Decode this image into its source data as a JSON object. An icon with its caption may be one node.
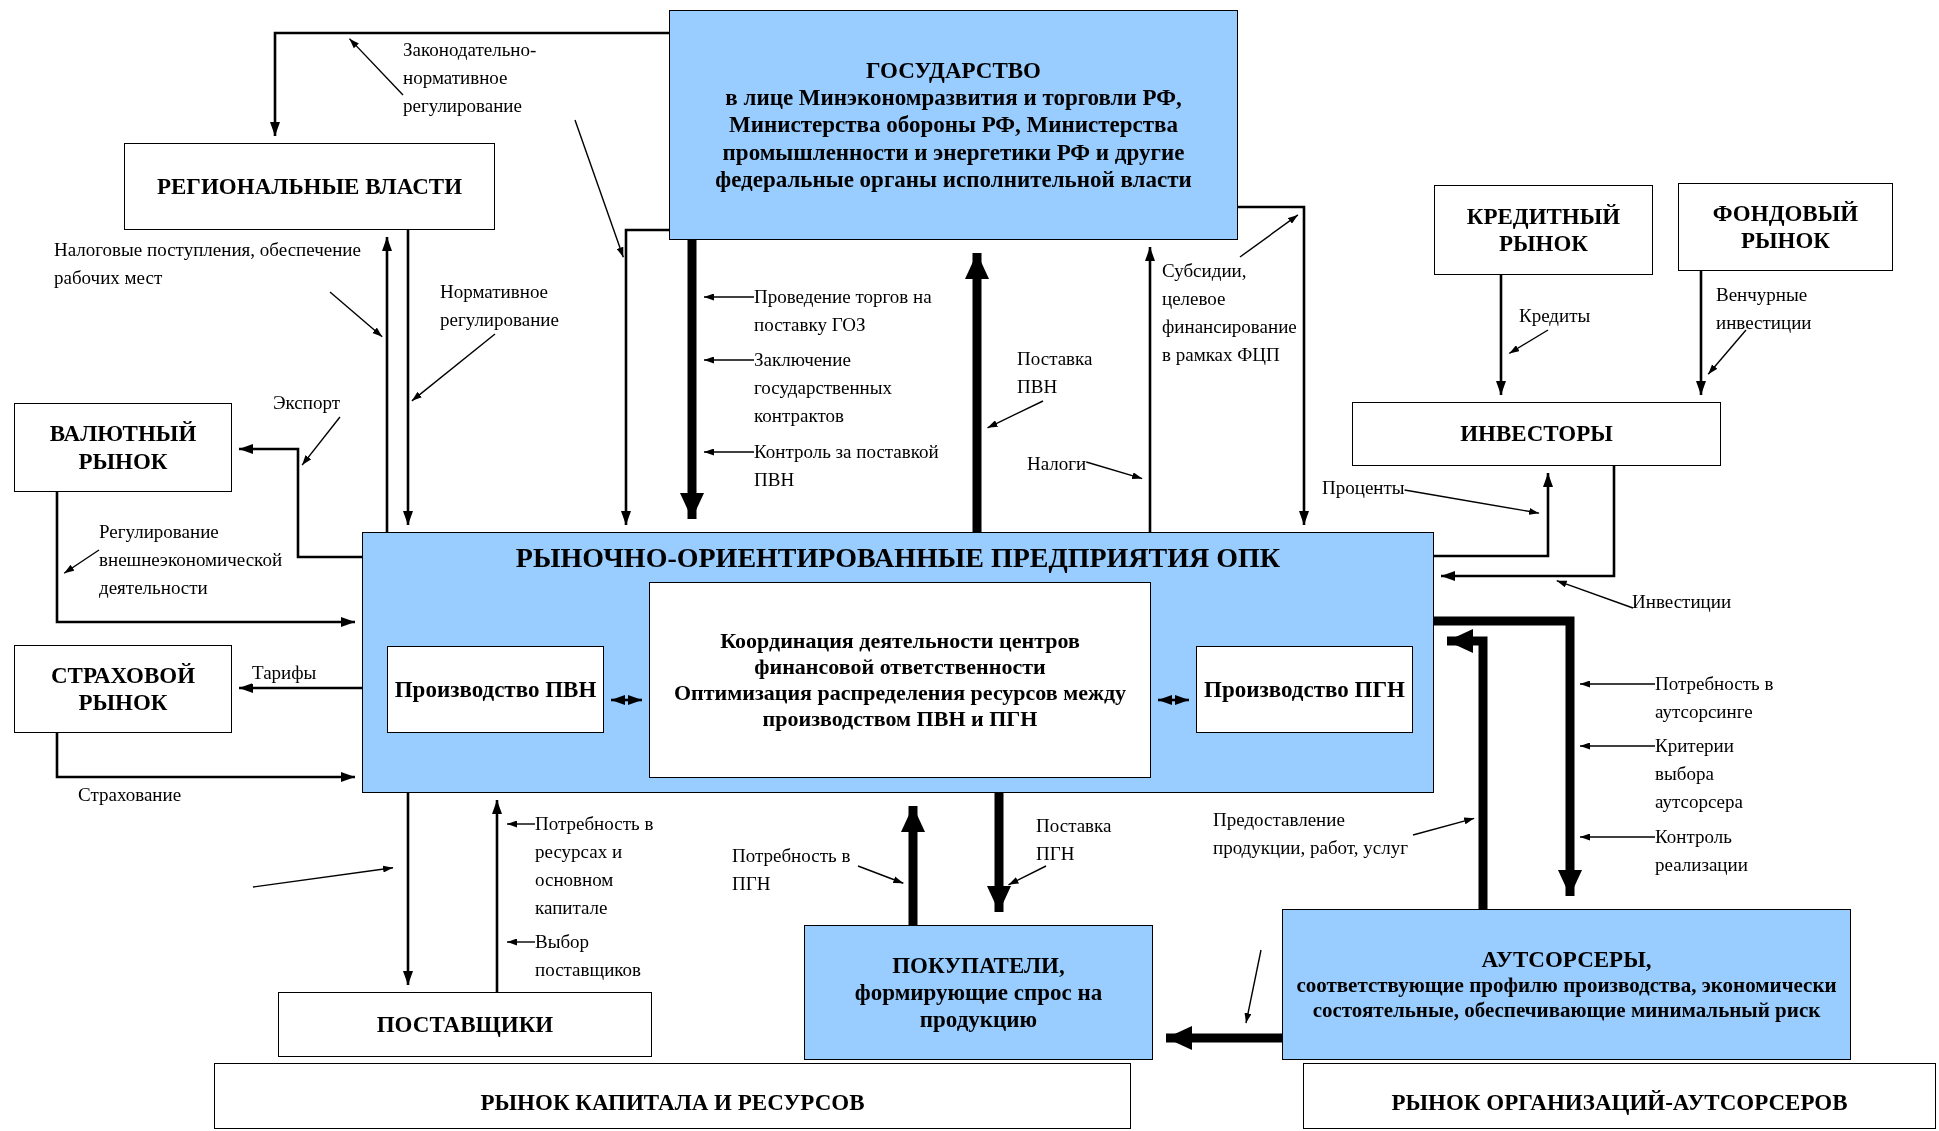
{
  "diagram": {
    "nodes": [
      {
        "text": [
          "ГОСУДАРСТВО",
          "в лице Минэкономразвития и торговли РФ, Министерства обороны РФ, Министерства промышленности и энергетики РФ и другие федеральные органы исполнительной власти"
        ]
      },
      {
        "text": [
          "РЕГИОНАЛЬНЫЕ ВЛАСТИ"
        ]
      },
      {
        "text": [
          "КРЕДИТНЫЙ РЫНОК"
        ]
      },
      {
        "text": [
          "ФОНДОВЫЙ РЫНОК"
        ]
      },
      {
        "text": [
          "ВАЛЮТНЫЙ РЫНОК"
        ]
      },
      {
        "text": [
          "ИНВЕСТОРЫ"
        ]
      },
      {
        "text": [
          "РЫНОЧНО-ОРИЕНТИРОВАННЫЕ ПРЕДПРИЯТИЯ ОПК"
        ]
      },
      {
        "text": [
          "Производство ПВН"
        ],
        "in": 6
      },
      {
        "text": [
          "Координация деятельности центров финансовой ответственности",
          "Оптимизация распределения ресурсов между производством ПВН и ПГН"
        ],
        "in": 6
      },
      {
        "text": [
          "Производство ПГН"
        ],
        "in": 6
      },
      {
        "text": [
          "СТРАХОВОЙ РЫНОК"
        ]
      },
      {
        "text": [
          "ПОСТАВЩИКИ"
        ]
      },
      {
        "text": [
          "ПОКУПАТЕЛИ,",
          "формирующие спрос на продукцию"
        ]
      },
      {
        "text": [
          "АУТСОРСЕРЫ,",
          "соответствующие профилю производства, экономически состоятельные, обеспечивающие минимальный риск"
        ]
      },
      {
        "text": [
          "РЫНОК КАПИТАЛА И РЕСУРСОВ"
        ]
      },
      {
        "text": [
          "РЫНОК ОРГАНИЗАЦИЙ-АУТСОРСЕРОВ"
        ]
      },
      {
        "text": [
          "Законодательно-нормативное регулирование"
        ]
      },
      {
        "text": [
          "Налоговые поступления, обеспечение рабочих мест"
        ]
      },
      {
        "text": [
          "Нормативное регулирование"
        ]
      },
      {
        "text": [
          "Экспорт"
        ]
      },
      {
        "text": [
          "Регулирование внешнеэкономической деятельности"
        ]
      },
      {
        "text": [
          "Проведение торгов на поставку ГОЗ"
        ]
      },
      {
        "text": [
          "Заключение государственных контрактов"
        ]
      },
      {
        "text": [
          "Контроль за поставкой ПВН"
        ]
      },
      {
        "text": [
          "Поставка ПВН"
        ]
      },
      {
        "text": [
          "Налоги"
        ]
      },
      {
        "text": [
          "Субсидии, целевое финансирование в рамках ФЦП"
        ]
      },
      {
        "text": [
          "Кредиты"
        ]
      },
      {
        "text": [
          "Венчурные инвестиции"
        ]
      },
      {
        "text": [
          "Проценты"
        ]
      },
      {
        "text": [
          "Инвестиции"
        ]
      },
      {
        "text": [
          "Потребность в аутсорсинге"
        ]
      },
      {
        "text": [
          "Критерии выбора аутсорсера"
        ]
      },
      {
        "text": [
          "Контроль реализации"
        ]
      },
      {
        "text": [
          "Предоставление продукции, работ, услуг"
        ]
      },
      {
        "text": [
          "Потребность в ресурсах и основном капитале"
        ]
      },
      {
        "text": [
          "Выбор поставщиков"
        ]
      },
      {
        "text": [
          "Потребность в ПГН"
        ]
      },
      {
        "text": [
          "Поставка ПГН"
        ]
      }
    ],
    "edges": [
      {
        "from": 0,
        "to": 1,
        "arrow": "to"
      },
      {
        "from": 0,
        "to": 6,
        "arrow": "to"
      },
      {
        "from": 1,
        "to": 6,
        "arrow": "to"
      },
      {
        "from": 6,
        "to": 1,
        "arrow": "to"
      },
      {
        "from": 6,
        "to": 4,
        "arrow": "to"
      },
      {
        "from": 4,
        "to": 6,
        "arrow": "to"
      },
      {
        "from": 6,
        "to": 10,
        "arrow": "to",
        "label": "Тарифы"
      },
      {
        "from": 10,
        "to": 6,
        "arrow": "to",
        "label": "Страхование"
      },
      {
        "from": 0,
        "to": 6,
        "arrow": "to",
        "style": "thick"
      },
      {
        "from": 6,
        "to": 0,
        "arrow": "to",
        "style": "thick"
      },
      {
        "from": 6,
        "to": 0,
        "arrow": "to"
      },
      {
        "from": 0,
        "to": 6,
        "arrow": "to"
      },
      {
        "from": 2,
        "to": 5,
        "arrow": "to"
      },
      {
        "from": 3,
        "to": 5,
        "arrow": "to"
      },
      {
        "from": 6,
        "to": 5,
        "arrow": "to"
      },
      {
        "from": 5,
        "to": 6,
        "arrow": "to"
      },
      {
        "from": 6,
        "to": 13,
        "arrow": "to",
        "style": "thick"
      },
      {
        "from": 13,
        "to": 6,
        "arrow": "to",
        "style": "thick"
      },
      {
        "from": 6,
        "to": 11,
        "arrow": "to"
      },
      {
        "from": 11,
        "to": 6,
        "arrow": "to"
      },
      {
        "from": 12,
        "to": 6,
        "arrow": "to",
        "style": "thick"
      },
      {
        "from": 6,
        "to": 12,
        "arrow": "to",
        "style": "thick"
      },
      {
        "from": 13,
        "to": 12,
        "arrow": "to",
        "style": "thick"
      },
      {
        "from": 7,
        "to": 8,
        "arrow": "both"
      },
      {
        "from": 8,
        "to": 9,
        "arrow": "both"
      },
      {
        "from": 16,
        "to": null,
        "arrow": "to"
      },
      {
        "from": 16,
        "to": null,
        "arrow": "to"
      },
      {
        "from": 17,
        "to": null,
        "arrow": "to"
      },
      {
        "from": 18,
        "to": null,
        "arrow": "to"
      },
      {
        "from": 19,
        "to": null,
        "arrow": "to"
      },
      {
        "from": 20,
        "to": null,
        "arrow": "to"
      },
      {
        "from": 21,
        "to": null,
        "arrow": "to"
      },
      {
        "from": 22,
        "to": null,
        "arrow": "to"
      },
      {
        "from": 23,
        "to": null,
        "arrow": "to"
      },
      {
        "from": 24,
        "to": null,
        "arrow": "to"
      },
      {
        "from": 25,
        "to": null,
        "arrow": "to"
      },
      {
        "from": 26,
        "to": null,
        "arrow": "to"
      },
      {
        "from": 27,
        "to": null,
        "arrow": "to"
      },
      {
        "from": 28,
        "to": null,
        "arrow": "to"
      },
      {
        "from": 29,
        "to": null,
        "arrow": "to"
      },
      {
        "from": 30,
        "to": null,
        "arrow": "to"
      },
      {
        "from": 31,
        "to": null,
        "arrow": "to"
      },
      {
        "from": 32,
        "to": null,
        "arrow": "to"
      },
      {
        "from": 33,
        "to": null,
        "arrow": "to"
      },
      {
        "from": 34,
        "to": null,
        "arrow": "to"
      },
      {
        "from": 35,
        "to": null,
        "arrow": "to"
      },
      {
        "from": 36,
        "to": null,
        "arrow": "to"
      },
      {
        "from": 37,
        "to": null,
        "arrow": "to"
      },
      {
        "from": 38,
        "to": null,
        "arrow": "to"
      }
    ]
  }
}
